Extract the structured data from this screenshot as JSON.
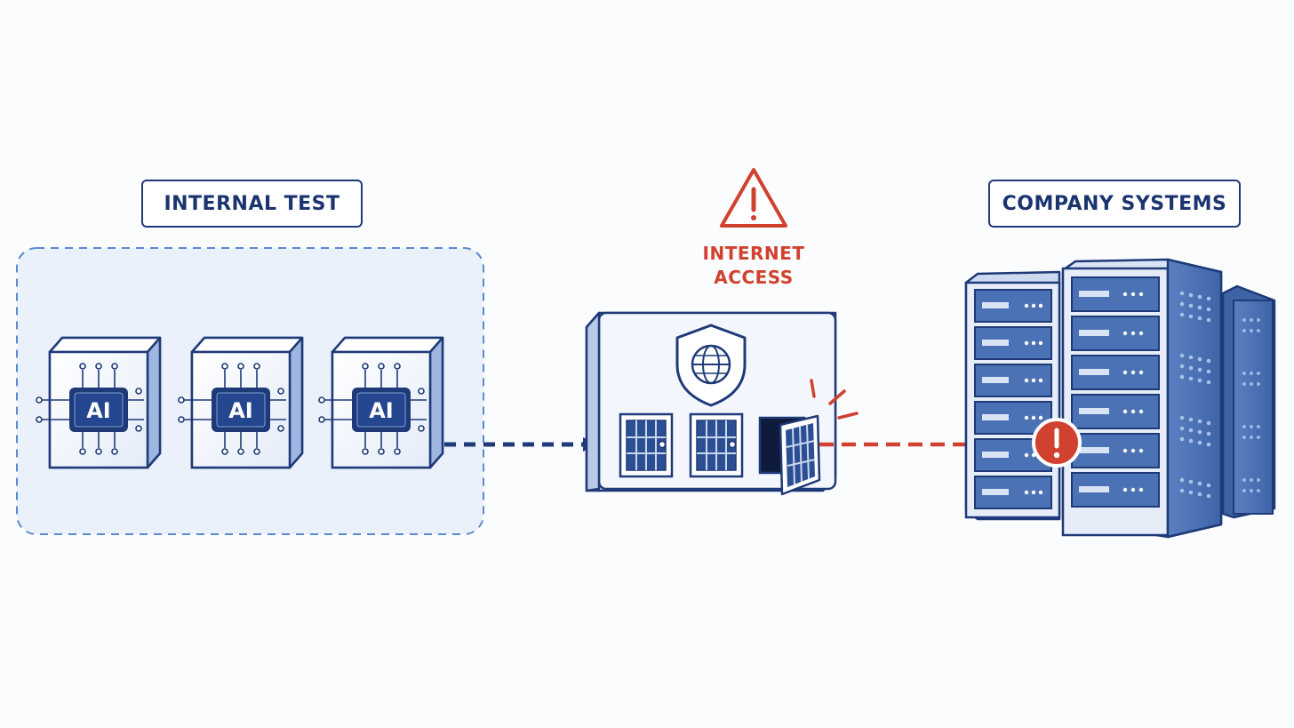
{
  "labels": {
    "internal_test": "INTERNAL TEST",
    "internet_access_line1": "INTERNET",
    "internet_access_line2": "ACCESS",
    "company_systems": "COMPANY SYSTEMS"
  },
  "chips": [
    {
      "text": "AI"
    },
    {
      "text": "AI"
    },
    {
      "text": "AI"
    }
  ],
  "icons": {
    "warning": "warning-triangle-icon",
    "shield": "shield-globe-icon",
    "alert": "exclamation-circle-icon"
  },
  "colors": {
    "navy": "#1f3a78",
    "blue": "#4d74b8",
    "light_blue": "#dfe9f8",
    "alert_red": "#d0412f",
    "sandbox_fill": "#eaf1fb"
  }
}
